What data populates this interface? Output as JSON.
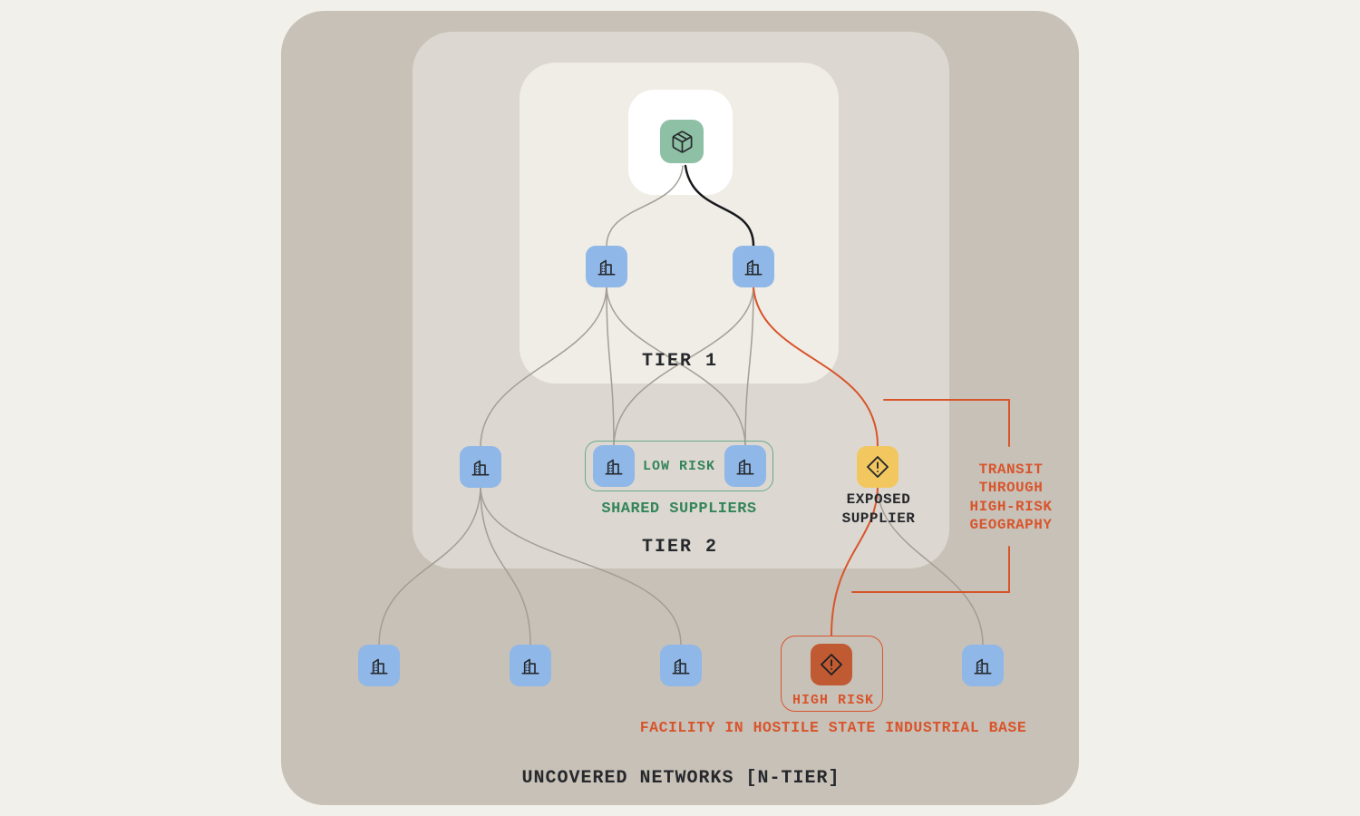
{
  "diagram": {
    "title": "UNCOVERED NETWORKS [N-TIER]",
    "tier1_label": "TIER 1",
    "tier2_label": "TIER 2",
    "low_risk_label": "LOW RISK",
    "shared_suppliers_caption": "SHARED SUPPLIERS",
    "exposed_supplier_label": "EXPOSED\nSUPPLIER",
    "transit_annotation": "TRANSIT\nTHROUGH\nHIGH-RISK\nGEOGRAPHY",
    "high_risk_label": "HIGH RISK",
    "facility_caption": "FACILITY IN HOSTILE STATE INDUSTRIAL BASE"
  },
  "nodes": {
    "product": {
      "icon": "package-icon",
      "fill": "#8dc0a4"
    },
    "tier1_suppliers": [
      {
        "icon": "building-icon",
        "fill": "#8fb7e7"
      },
      {
        "icon": "building-icon",
        "fill": "#8fb7e7"
      }
    ],
    "tier2_suppliers": [
      {
        "icon": "building-icon",
        "fill": "#8fb7e7"
      },
      {
        "icon": "building-icon",
        "fill": "#8fb7e7",
        "group": "shared-low-risk"
      },
      {
        "icon": "building-icon",
        "fill": "#8fb7e7",
        "group": "shared-low-risk"
      },
      {
        "icon": "warning-diamond-icon",
        "fill": "#f2c75f",
        "role": "exposed-supplier"
      }
    ],
    "n_tier_suppliers": [
      {
        "icon": "building-icon",
        "fill": "#8fb7e7"
      },
      {
        "icon": "building-icon",
        "fill": "#8fb7e7"
      },
      {
        "icon": "building-icon",
        "fill": "#8fb7e7"
      },
      {
        "icon": "warning-diamond-icon",
        "fill": "#c05a32",
        "role": "high-risk-facility"
      },
      {
        "icon": "building-icon",
        "fill": "#8fb7e7"
      }
    ]
  },
  "colors": {
    "page_bg": "#f2f0ea",
    "outer_panel": "#c8c1b8",
    "tier2_panel": "#dcd8d1",
    "tier1_panel": "#f0ede6",
    "product_halo": "#ffffff",
    "node_blue": "#8fb7e7",
    "node_green": "#8dc0a4",
    "node_yellow": "#f2c75f",
    "node_red": "#c05a32",
    "accent_orange": "#d8552c",
    "accent_green": "#35855a",
    "edge_grey": "#a39d95",
    "edge_black": "#17191d",
    "text_dark": "#26282c"
  }
}
